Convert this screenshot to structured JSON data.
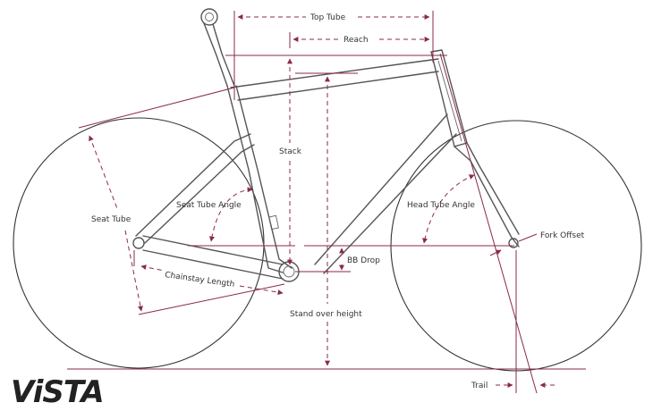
{
  "brand": {
    "logo_text": "ViSTA"
  },
  "labels": {
    "top_tube": "Top Tube",
    "reach": "Reach",
    "stack": "Stack",
    "seat_tube": "Seat Tube",
    "seat_tube_angle": "Seat Tube Angle",
    "head_tube_angle": "Head Tube Angle",
    "fork_offset": "Fork Offset",
    "bb_drop": "BB Drop",
    "chainstay_length": "Chainstay Length",
    "standover_height": "Stand over height",
    "trail": "Trail"
  },
  "colors": {
    "measure": "#8b2a4a",
    "frame": "#555555",
    "wheel": "#333333"
  }
}
